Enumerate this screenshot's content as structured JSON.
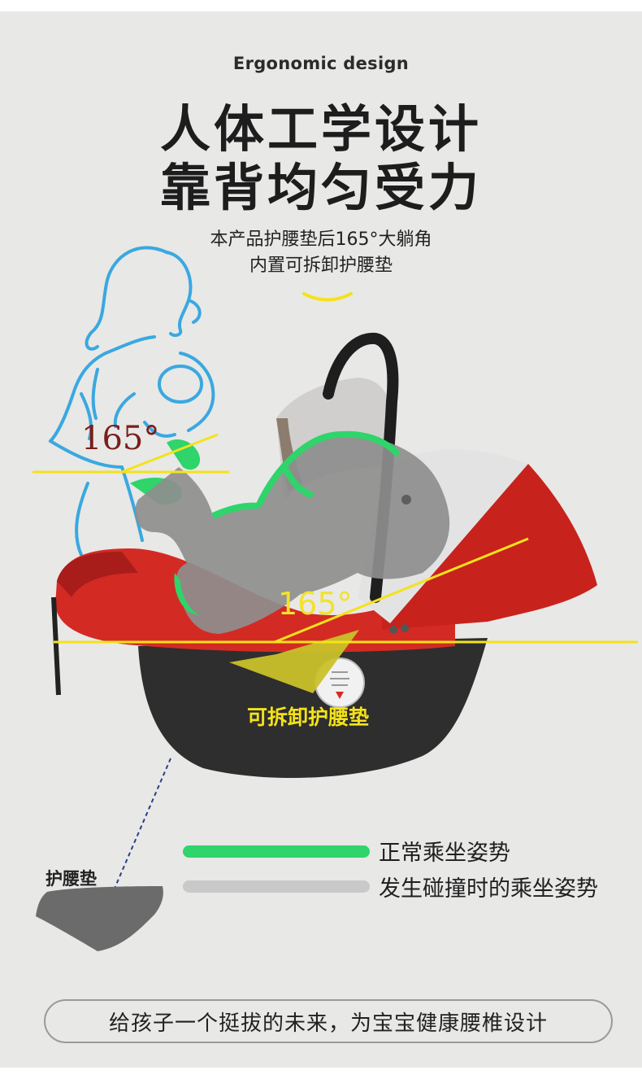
{
  "header": {
    "eyebrow": "Ergonomic design",
    "headline_line1": "人体工学设计",
    "headline_line2": "靠背均匀受力",
    "subline_line1": "本产品护腰垫后165°大躺角",
    "subline_line2": "内置可拆卸护腰垫"
  },
  "illustration": {
    "angle_left": "165°",
    "angle_right": "165°",
    "cushion_caption": "可拆卸护腰垫",
    "pad_label": "护腰垫",
    "warning_sticker_icon": "airbag-warning-sticker-icon",
    "mother_outline_icon": "mother-holding-baby-outline-icon",
    "baby_icon": "reclining-baby-icon"
  },
  "legend": {
    "normal_label": "正常乘坐姿势",
    "crash_label": "发生碰撞时的乘坐姿势",
    "normal_color": "#2fd46b",
    "crash_color": "#c9c9c9"
  },
  "footer": {
    "slogan": "给孩子一个挺拔的未来，为宝宝健康腰椎设计"
  },
  "colors": {
    "background": "#e8e8e7",
    "seat_red": "#d42a24",
    "seat_shell": "#2e2e2e",
    "outline_blue": "#3aa8e0",
    "angle_yellow": "#f4e21a"
  }
}
